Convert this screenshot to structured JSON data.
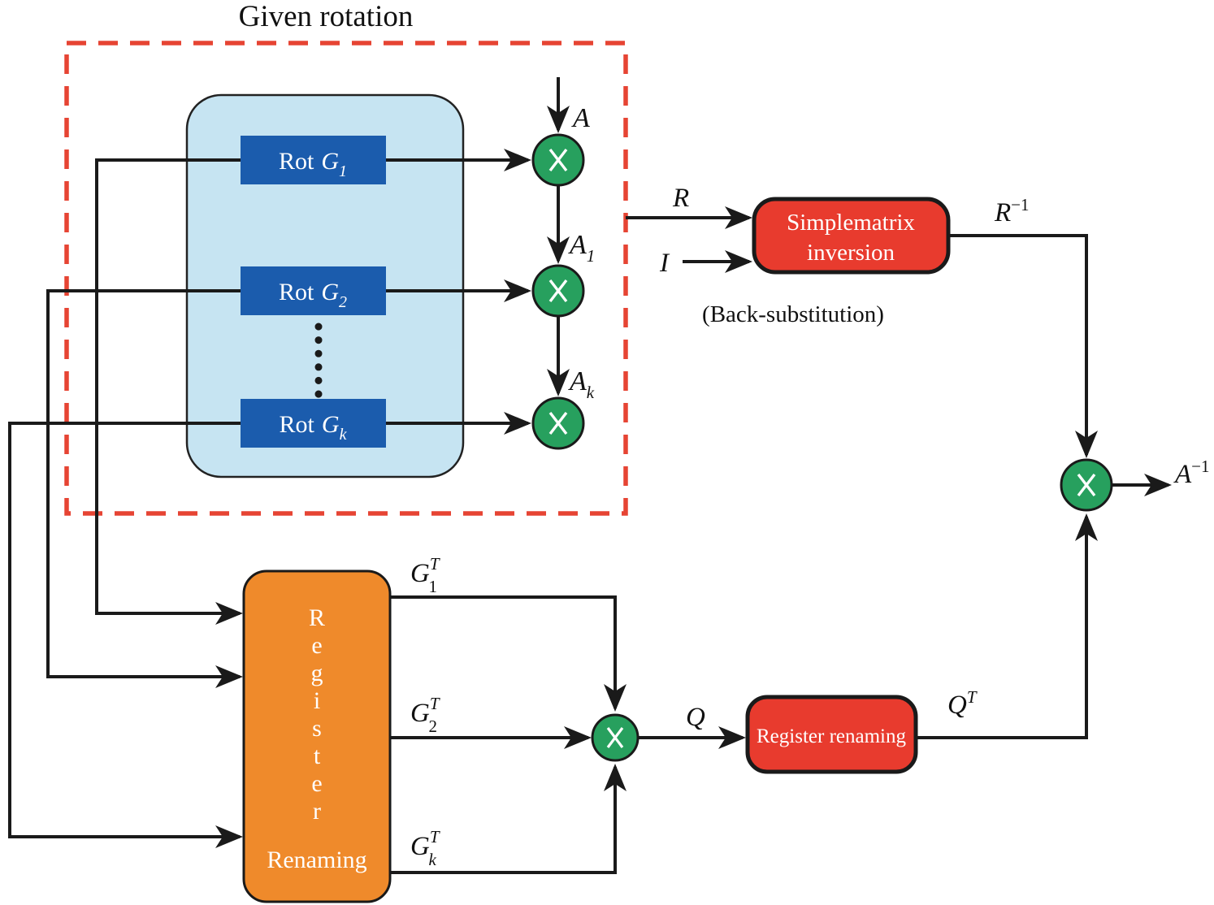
{
  "title": "Given rotation",
  "colors": {
    "dashed_border": "#e64433",
    "panel_blue": "#c6e4f2",
    "rot_blue": "#1b5cad",
    "node_green": "#27a05e",
    "box_red": "#e83b2e",
    "box_orange": "#ef8a2b",
    "wire_black": "#1a1a1a"
  },
  "givens": {
    "rot_boxes": [
      {
        "prefix": "Rot",
        "variable": "G",
        "subscript": "1"
      },
      {
        "prefix": "Rot",
        "variable": "G",
        "subscript": "2"
      },
      {
        "prefix": "Rot",
        "variable": "G",
        "subscript": "k"
      }
    ]
  },
  "labels": {
    "a": {
      "main": "A"
    },
    "a1": {
      "main": "A",
      "sub": "1"
    },
    "ak": {
      "main": "A",
      "sub": "k"
    },
    "r": {
      "main": "R"
    },
    "i": {
      "main": "I"
    },
    "r_inv": {
      "main": "R",
      "sup": "−1"
    },
    "g1t": {
      "main": "G",
      "sup": "T",
      "sub": "1"
    },
    "g2t": {
      "main": "G",
      "sup": "T",
      "sub": "2"
    },
    "gkt": {
      "main": "G",
      "sup": "T",
      "sub": "k"
    },
    "q": {
      "main": "Q"
    },
    "q_t": {
      "main": "Q",
      "sup": "T"
    },
    "a_inv": {
      "main": "A",
      "sup": "−1"
    }
  },
  "boxes": {
    "simple_matrix": {
      "line1": "Simplematrix",
      "line2": "inversion"
    },
    "back_substitution": "(Back-substitution)",
    "register_vertical": {
      "letters": [
        "R",
        "e",
        "g",
        "i",
        "s",
        "t",
        "e",
        "r"
      ],
      "bottom": "Renaming"
    },
    "register_renaming": "Register renaming"
  }
}
